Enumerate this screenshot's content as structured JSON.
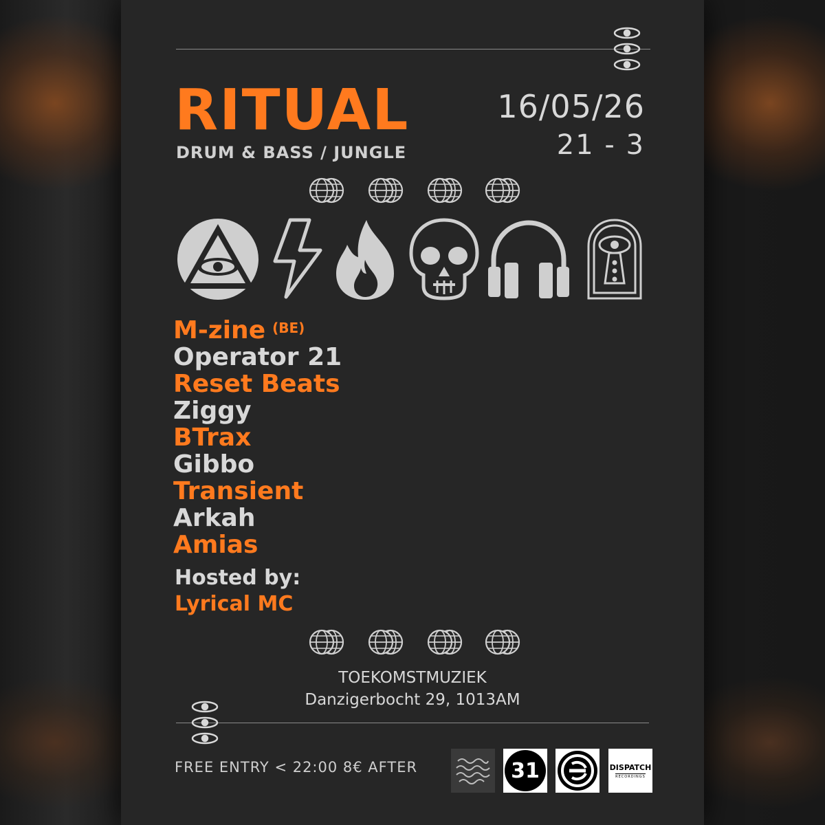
{
  "event": {
    "title": "RITUAL",
    "genre": "DRUM & BASS / JUNGLE",
    "date": "16/05/26",
    "time": "21 - 3"
  },
  "lineup": [
    {
      "name": "M-zine",
      "suffix": "(BE)",
      "color": "orange"
    },
    {
      "name": "Operator 21",
      "suffix": "",
      "color": "grey"
    },
    {
      "name": "Reset Beats",
      "suffix": "",
      "color": "orange"
    },
    {
      "name": "Ziggy",
      "suffix": "",
      "color": "grey"
    },
    {
      "name": "BTrax",
      "suffix": "",
      "color": "orange"
    },
    {
      "name": "Gibbo",
      "suffix": "",
      "color": "grey"
    },
    {
      "name": "Transient",
      "suffix": "",
      "color": "orange"
    },
    {
      "name": "Arkah",
      "suffix": "",
      "color": "grey"
    },
    {
      "name": "Amias",
      "suffix": "",
      "color": "orange"
    }
  ],
  "host": {
    "label": "Hosted by:",
    "name": "Lyrical MC"
  },
  "venue": {
    "name": "TOEKOMSTMUZIEK",
    "address": "Danzigerbocht 29, 1013AM"
  },
  "entry": "FREE ENTRY < 22:00 8€ AFTER",
  "logos": {
    "logo2_text": "31",
    "logo4_text": "DISPATCH",
    "logo4_sub": "RECORDINGS"
  },
  "icons": [
    "eye-triangle-icon",
    "lightning-icon",
    "flame-icon",
    "skull-icon",
    "headphones-icon",
    "keyhole-eye-icon"
  ],
  "colors": {
    "accent": "#ff7a1e",
    "text": "#d8d8d8",
    "background": "#262626"
  }
}
